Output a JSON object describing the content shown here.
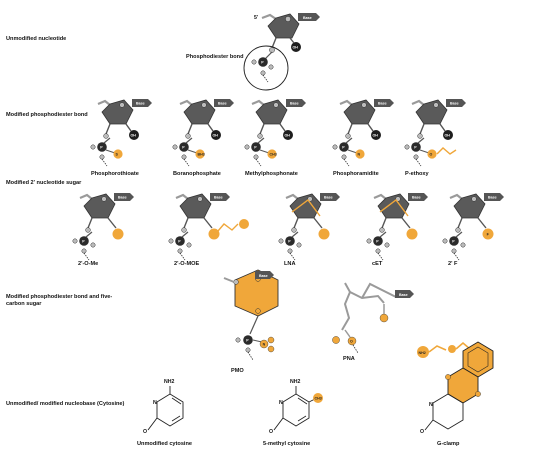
{
  "rows": [
    {
      "label": "Unmodified nucleotide"
    },
    {
      "label": "Modified phosphodiester bond"
    },
    {
      "label": "Modified 2' nucleotide sugar"
    },
    {
      "label": "Modified phosphodiester bond and five-carbon sugar"
    },
    {
      "label": "Unmodified/ modified nucleobase (Cytosine)"
    }
  ],
  "top": {
    "five_prime": "5'",
    "base": "Base",
    "oh": "OH",
    "p": "P",
    "o": "O",
    "phosphodiester_label": "Phosphodiester bond"
  },
  "phosphodiester_mods": [
    {
      "label": "Phosphorothioate",
      "atom": "S"
    },
    {
      "label": "Boranophosphate",
      "atom": "BH3"
    },
    {
      "label": "Methylphosphonate",
      "atom": "CH3"
    },
    {
      "label": "Phosphoramidite",
      "atom": "N"
    },
    {
      "label": "P-ethoxy",
      "atom": "O"
    }
  ],
  "sugar_mods": [
    {
      "label": "2'-O-Me"
    },
    {
      "label": "2'-O-MOE"
    },
    {
      "label": "LNA"
    },
    {
      "label": "cET"
    },
    {
      "label": "2' F",
      "atom": "F"
    }
  ],
  "backbone_mods": [
    {
      "label": "PMO"
    },
    {
      "label": "PNA"
    }
  ],
  "nucleobases": [
    {
      "label": "Unmodified cytosine",
      "nh2": "NH2",
      "n": "N",
      "o": "O"
    },
    {
      "label": "5-methyl cytosine",
      "nh2": "NH2",
      "n": "N",
      "o": "O",
      "ch3": "CH3"
    },
    {
      "label": "G-clamp",
      "nh2": "NH2",
      "n": "N",
      "o": "O"
    }
  ],
  "colors": {
    "sugar": "#5a5a5a",
    "modification": "#f0a73a",
    "atom_dark": "#2b2b2b",
    "bond_grey": "#9a9a9a"
  }
}
